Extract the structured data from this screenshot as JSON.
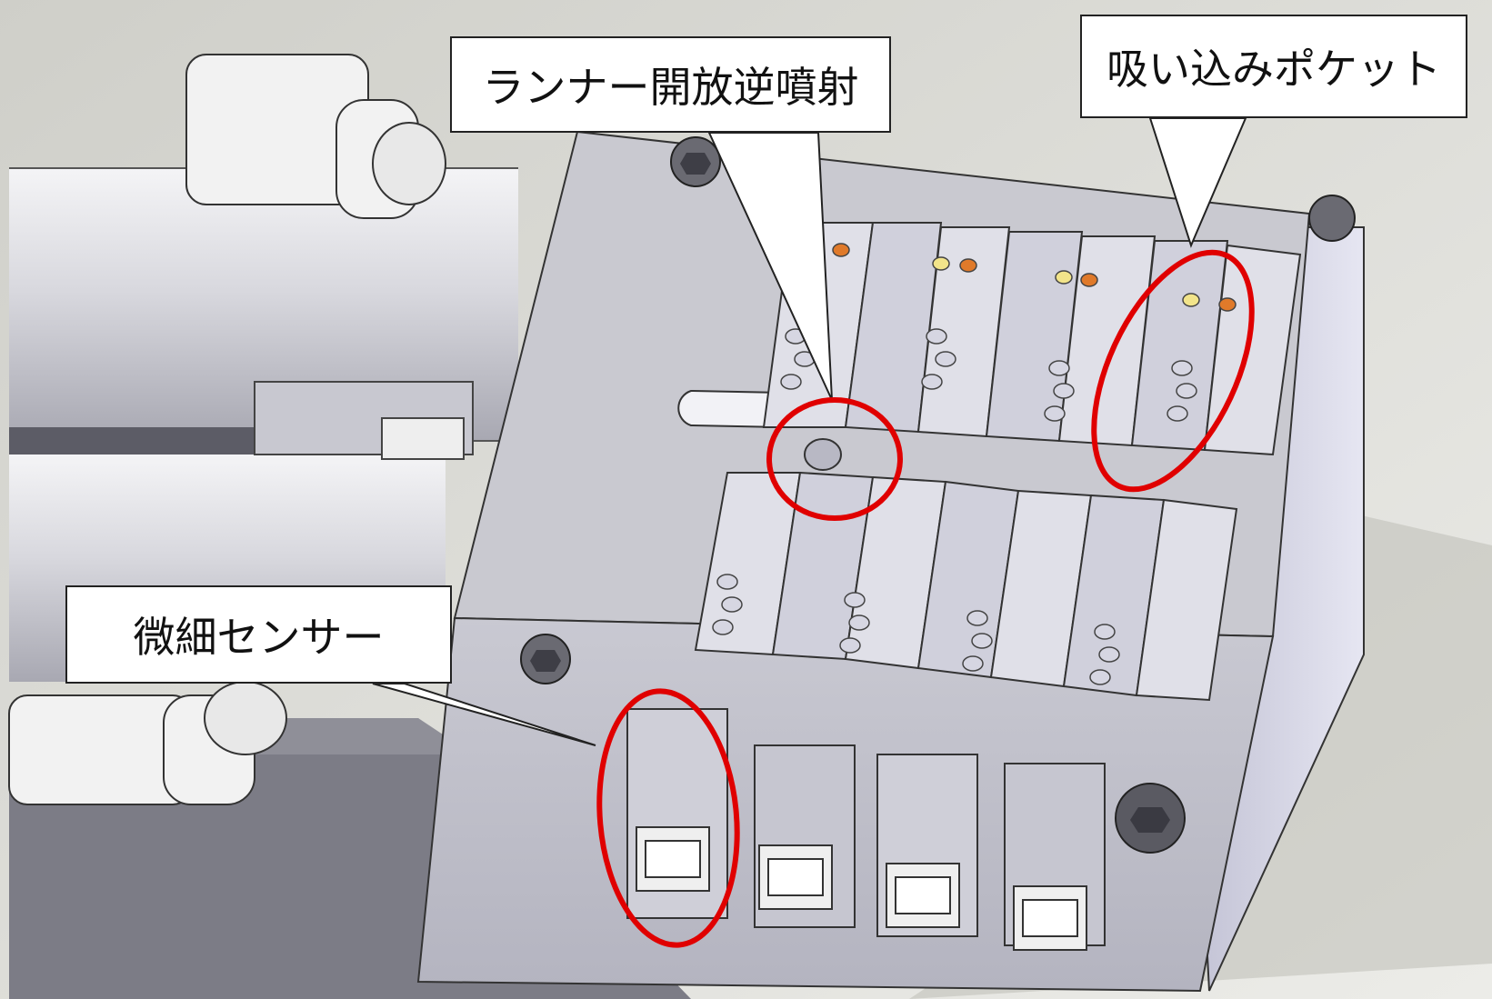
{
  "callouts": {
    "runner": "ランナー開放逆噴射",
    "pocket": "吸い込みポケット",
    "sensor": "微細センサー"
  },
  "colors": {
    "background": "#d9d9d5",
    "metal_light": "#e3e3e8",
    "metal_mid": "#c8c8d2",
    "metal_shadow": "#a9a9b8",
    "highlight_ring": "#e00000",
    "nozzle_yellow": "#f2e48a",
    "nozzle_orange": "#e07a2a"
  }
}
